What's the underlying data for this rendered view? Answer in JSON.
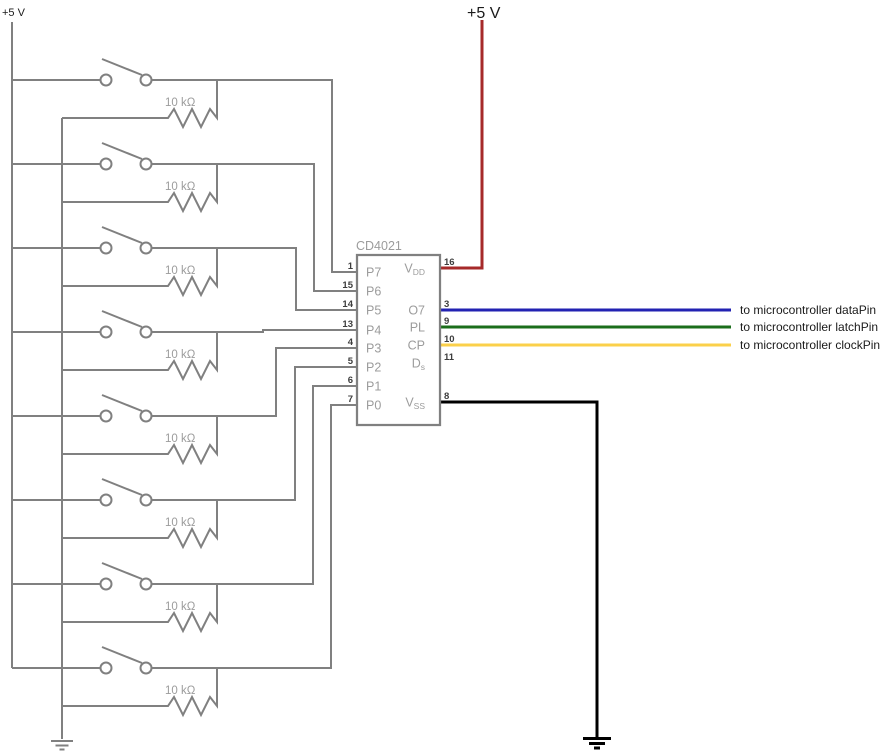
{
  "schematic": {
    "power_label_left": "+5 V",
    "power_label_right": "+5 V",
    "resistor_value": "10 kΩ",
    "switch_count": 8,
    "chip": {
      "name": "CD4021",
      "left_pins": [
        {
          "number": "1",
          "name": "P7"
        },
        {
          "number": "15",
          "name": "P6"
        },
        {
          "number": "14",
          "name": "P5"
        },
        {
          "number": "13",
          "name": "P4"
        },
        {
          "number": "4",
          "name": "P3"
        },
        {
          "number": "5",
          "name": "P2"
        },
        {
          "number": "6",
          "name": "P1"
        },
        {
          "number": "7",
          "name": "P0"
        }
      ],
      "right_pins": [
        {
          "number": "16",
          "base": "V",
          "sub": "DD"
        },
        {
          "number": "3",
          "base": "O7",
          "sub": ""
        },
        {
          "number": "9",
          "base": "PL",
          "sub": ""
        },
        {
          "number": "10",
          "base": "CP",
          "sub": ""
        },
        {
          "number": "11",
          "base": "D",
          "sub": "s"
        },
        {
          "number": "8",
          "base": "V",
          "sub": "SS"
        }
      ]
    },
    "outputs": [
      {
        "pin_number": "3",
        "label": "to microcontroller dataPin",
        "color": "#2222b2"
      },
      {
        "pin_number": "9",
        "label": "to microcontroller latchPin",
        "color": "#1b6e1b"
      },
      {
        "pin_number": "10",
        "label": "to microcontroller clockPin",
        "color": "#fbd04a"
      }
    ],
    "colors": {
      "wire_gray": "#808080",
      "power_red": "#a62a2a",
      "ground_black": "#000000",
      "label_gray": "#9c9c9c",
      "pin_number_dark": "#3d3d3d",
      "text_black": "#1a1a1a"
    }
  }
}
